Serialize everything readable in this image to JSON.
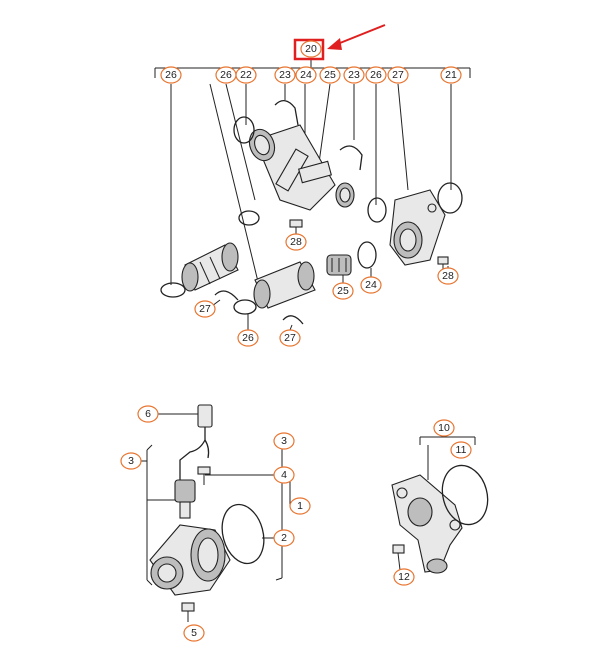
{
  "colors": {
    "callout_border": "#e8742f",
    "highlight_box": "#e02020",
    "arrow": "#e02020",
    "line": "#222222"
  },
  "callouts": {
    "top_main": "20",
    "top_row": [
      "26",
      "26",
      "22",
      "23",
      "24",
      "25",
      "23",
      "26",
      "27",
      "21"
    ],
    "top_lower": [
      "28",
      "25",
      "24",
      "28",
      "27",
      "26",
      "27"
    ],
    "bottom_left": [
      "6",
      "3",
      "3",
      "4",
      "1",
      "2",
      "5"
    ],
    "bottom_right": [
      "10",
      "11",
      "12"
    ]
  }
}
